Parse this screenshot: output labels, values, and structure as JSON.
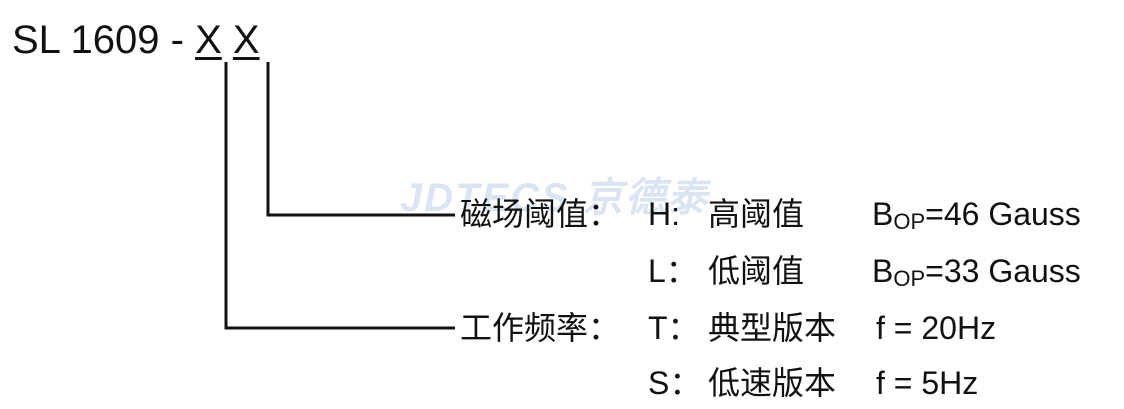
{
  "title": {
    "prefix": "SL 1609 - ",
    "x1": "X",
    "x2": "X"
  },
  "watermark": "JDTECS 京德泰",
  "threshold": {
    "label": "磁场阈值：",
    "options": [
      {
        "code": "H:",
        "name": "高阈值",
        "b": "B",
        "sub": "OP",
        "value": "=46 Gauss"
      },
      {
        "code": "L：",
        "name": "低阈值",
        "b": "B",
        "sub": "OP",
        "value": "=33 Gauss"
      }
    ]
  },
  "frequency": {
    "label": "工作频率：",
    "options": [
      {
        "code": "T：",
        "name": "典型版本",
        "value": "f = 20Hz"
      },
      {
        "code": "S：",
        "name": "低速版本",
        "value": "f = 5Hz"
      }
    ]
  },
  "colors": {
    "text": "#111111",
    "line": "#111111",
    "watermark": "#c9d6ee"
  }
}
